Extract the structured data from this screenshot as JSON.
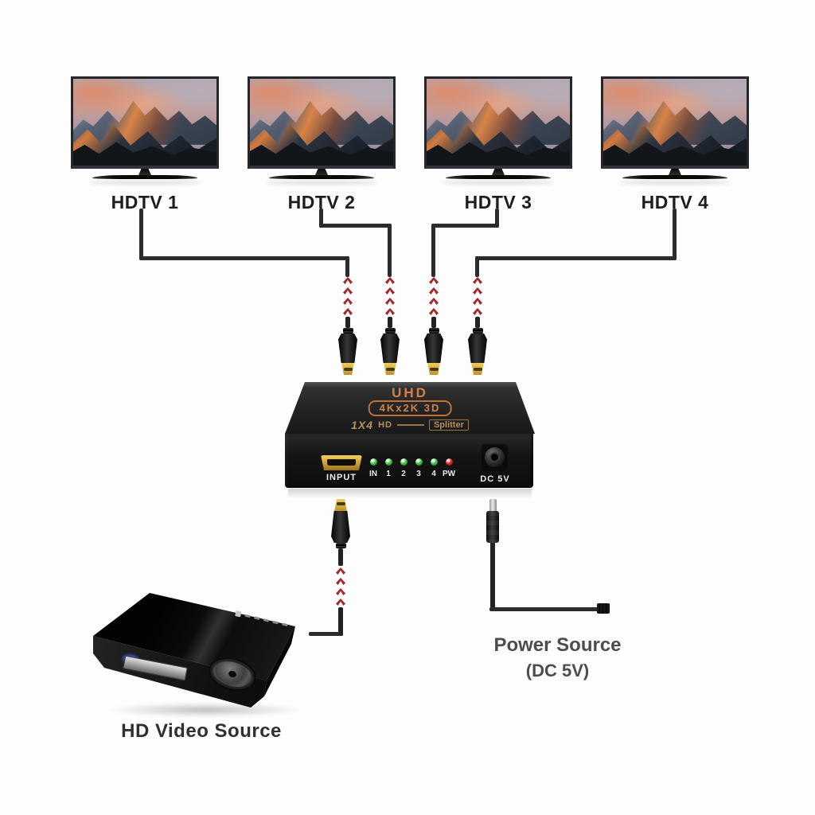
{
  "tvs": [
    {
      "label": "HDTV 1"
    },
    {
      "label": "HDTV 2"
    },
    {
      "label": "HDTV 3"
    },
    {
      "label": "HDTV 4"
    }
  ],
  "splitter": {
    "brand": "UHD",
    "badge": "4Kx2K 3D",
    "model_prefix": "1X4",
    "model_mid": "HD",
    "model_suffix": "Splitter",
    "input_label": "INPUT",
    "led_labels": [
      "IN",
      "1",
      "2",
      "3",
      "4",
      "PW"
    ],
    "dc_label": "DC 5V",
    "accent_orange": "#d28246",
    "led_green": "#52c957",
    "led_red": "#e03030",
    "connector_gold": "#d9b13b"
  },
  "source": {
    "label": "HD Video Source"
  },
  "power_source": {
    "line1": "Power Source",
    "line2": "(DC 5V)"
  },
  "wires": {
    "color": "#2b2b2b",
    "arrow_color": "#a32a2a"
  }
}
